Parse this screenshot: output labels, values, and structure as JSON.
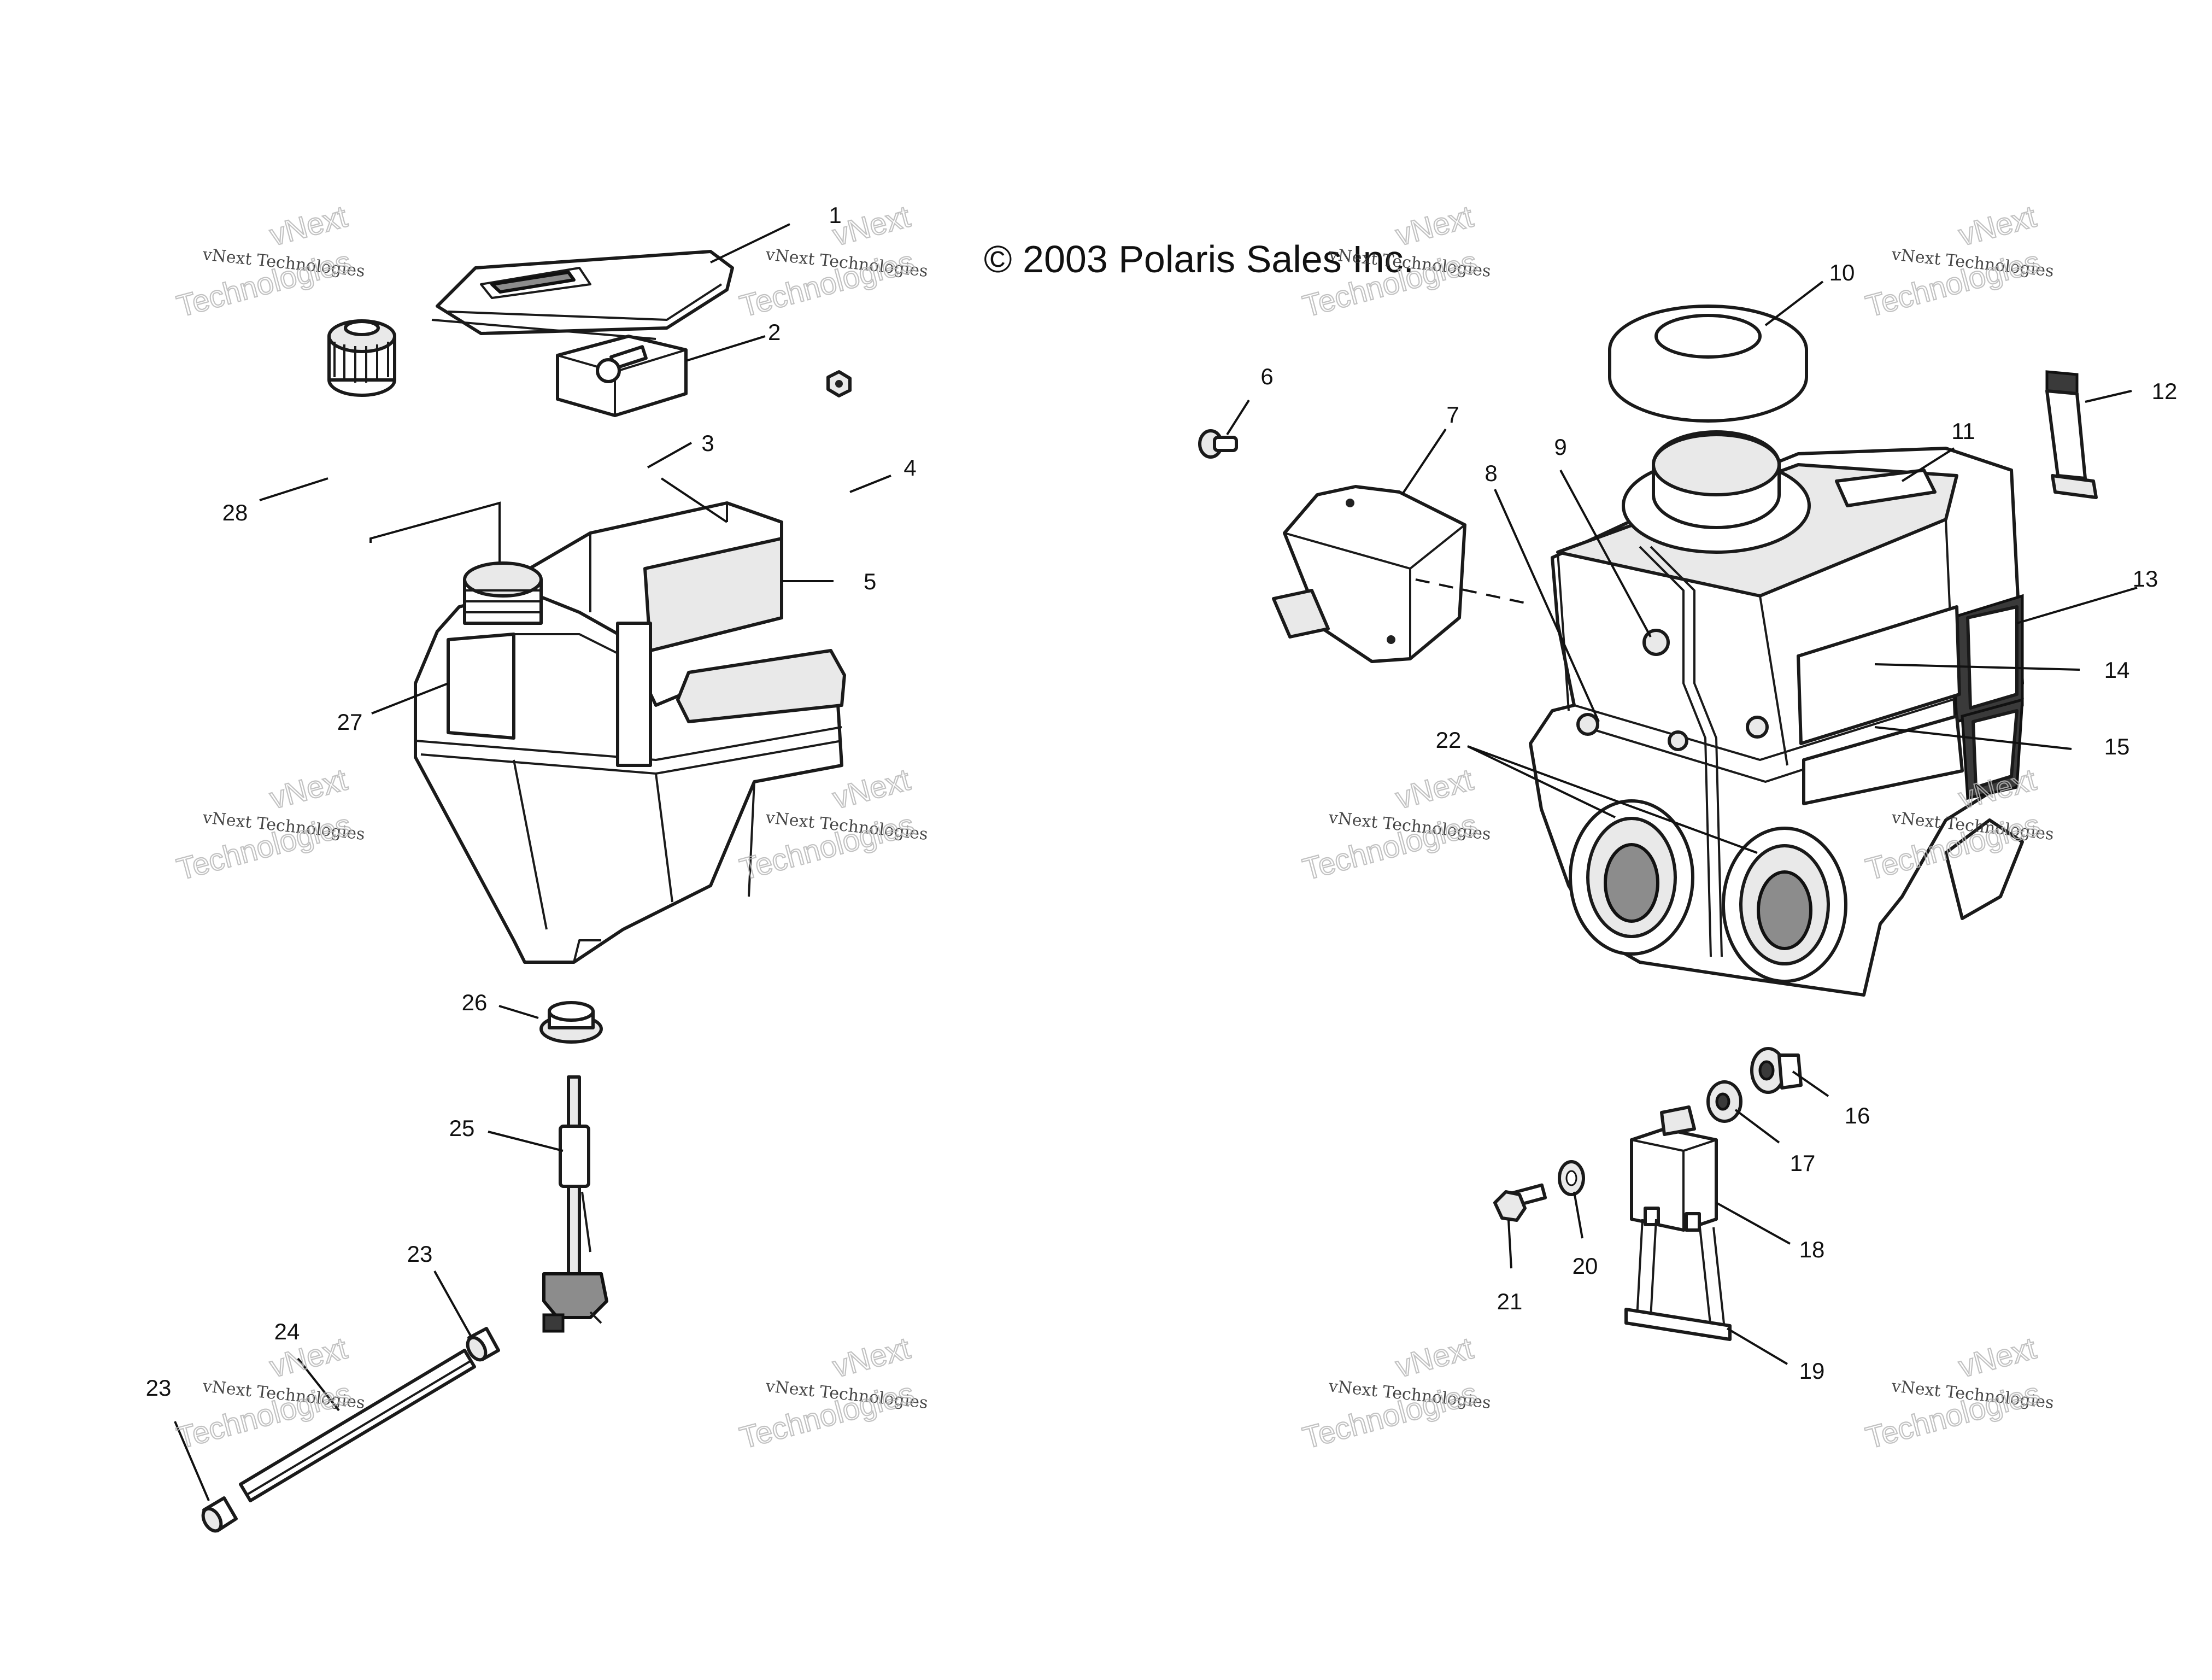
{
  "copyright": "© 2003 Polaris Sales Inc.",
  "watermark": {
    "line_small": "vNext Technologies",
    "line_top": "vNext",
    "line_bottom": "Technologies"
  },
  "callouts": {
    "c1": "1",
    "c2": "2",
    "c3": "3",
    "c4": "4",
    "c5": "5",
    "c6": "6",
    "c7": "7",
    "c8": "8",
    "c9": "9",
    "c10": "10",
    "c11": "11",
    "c12": "12",
    "c13": "13",
    "c14": "14",
    "c15": "15",
    "c16": "16",
    "c17": "17",
    "c18": "18",
    "c19": "19",
    "c20": "20",
    "c21": "21",
    "c22": "22",
    "c23a": "23",
    "c23b": "23",
    "c24": "24",
    "c25": "25",
    "c26": "26",
    "c27": "27",
    "c28": "28"
  },
  "colors": {
    "ink": "#1a1a1a",
    "watermark": "#b8b8b8",
    "paper": "#ffffff"
  }
}
